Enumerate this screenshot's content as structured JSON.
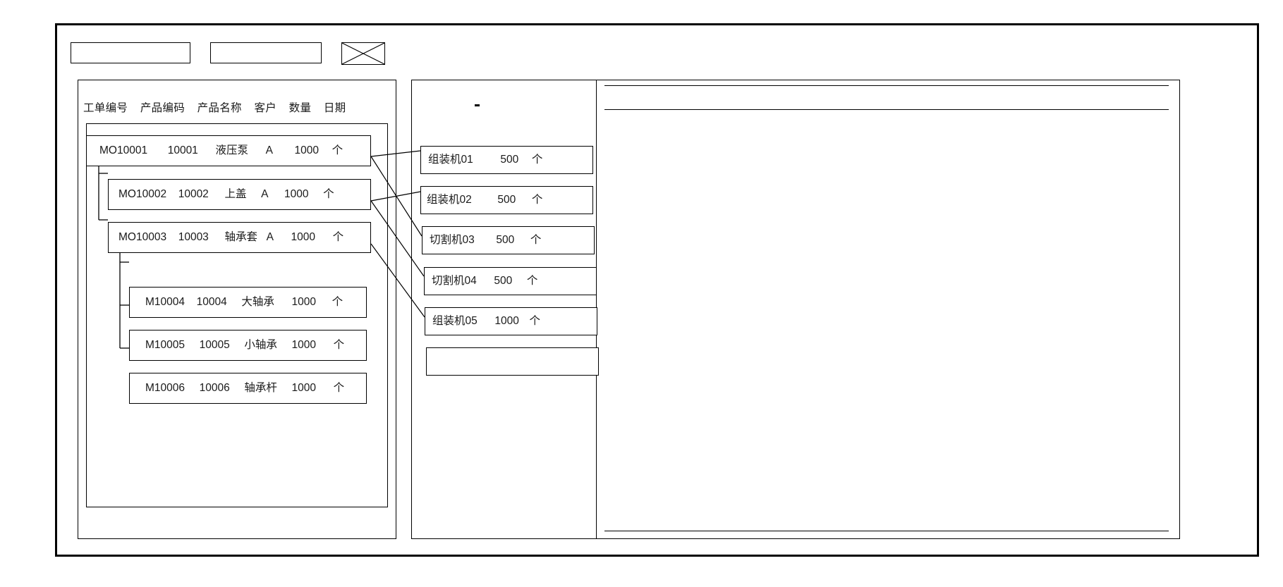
{
  "window": {
    "title": ""
  },
  "toolbar": {
    "field_1": {
      "value": "",
      "placeholder": ""
    },
    "field_2": {
      "value": "",
      "placeholder": ""
    },
    "image_placeholder": {
      "icon": "crossed-box-image-placeholder"
    }
  },
  "left_panel": {
    "columns": [
      "工单编号",
      "产品编码",
      "产品名称",
      "客户",
      "数量",
      "日期"
    ],
    "rows": [
      {
        "order_no": "MO10001",
        "product_code": "10001",
        "product_name": "液压泵",
        "customer": "A",
        "qty": "1000",
        "unit": "个",
        "level": 0
      },
      {
        "order_no": "MO10002",
        "product_code": "10002",
        "product_name": "上盖",
        "customer": "A",
        "qty": "1000",
        "unit": "个",
        "level": 1
      },
      {
        "order_no": "MO10003",
        "product_code": "10003",
        "product_name": "轴承套",
        "customer": "A",
        "qty": "1000",
        "unit": "个",
        "level": 1
      },
      {
        "order_no": "M10004",
        "product_code": "10004",
        "product_name": "大轴承",
        "customer": "",
        "qty": "1000",
        "unit": "个",
        "level": 2
      },
      {
        "order_no": "M10005",
        "product_code": "10005",
        "product_name": "小轴承",
        "customer": "",
        "qty": "1000",
        "unit": "个",
        "level": 2
      },
      {
        "order_no": "M10006",
        "product_code": "10006",
        "product_name": "轴承杆",
        "customer": "",
        "qty": "1000",
        "unit": "个",
        "level": 2
      }
    ]
  },
  "middle_panel": {
    "marker": "·",
    "machines": [
      {
        "name": "组装机01",
        "qty": "500",
        "unit": "个"
      },
      {
        "name": "组装机02",
        "qty": "500",
        "unit": "个"
      },
      {
        "name": "切割机03",
        "qty": "500",
        "unit": "个"
      },
      {
        "name": "切割机04",
        "qty": "500",
        "unit": "个"
      },
      {
        "name": "组装机05",
        "qty": "1000",
        "unit": "个"
      },
      {
        "name": "",
        "qty": "",
        "unit": ""
      }
    ]
  },
  "right_panel": {
    "header": "",
    "body": ""
  },
  "colors": {
    "line": "#000000",
    "background": "#ffffff",
    "text": "#1a1a1a"
  }
}
